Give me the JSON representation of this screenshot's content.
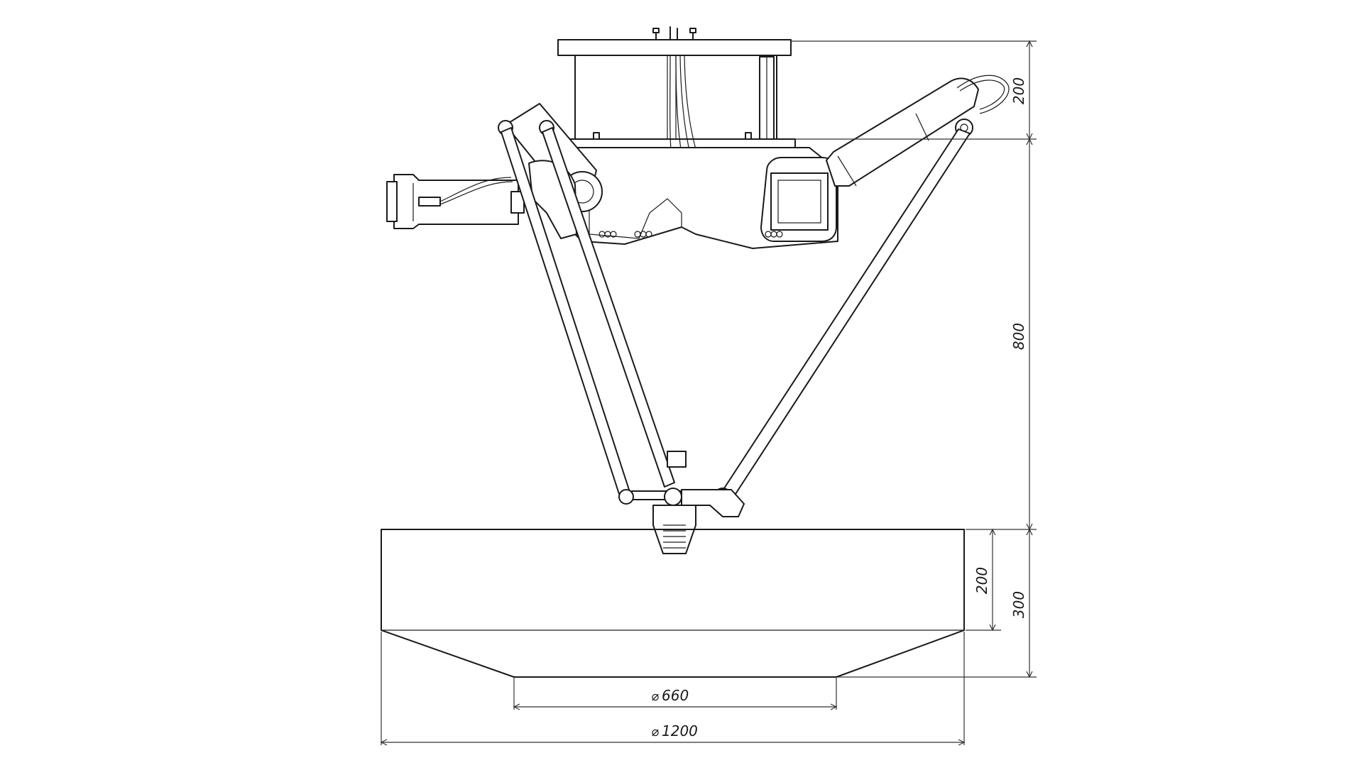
{
  "drawing": {
    "dimensions": {
      "base_plate_height": "200",
      "arm_reach_height": "800",
      "workspace_upper_height": "200",
      "workspace_total_height": "300",
      "workspace_bottom_diameter": "660",
      "workspace_top_diameter": "1200"
    },
    "diameter_symbol": "⌀"
  },
  "colors": {
    "line": "#1a1a1a",
    "background": "#ffffff"
  }
}
